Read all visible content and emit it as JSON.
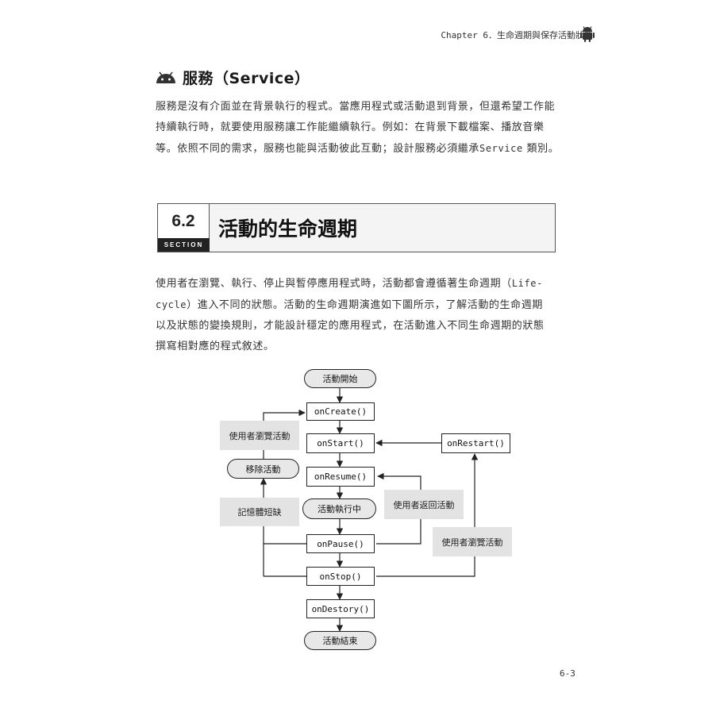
{
  "header": {
    "chapter": "Chapter 6．生命週期與保存活動狀態"
  },
  "service": {
    "title": "服務（Service）",
    "lines": [
      "服務是沒有介面並在背景執行的程式。當應用程式或活動退到背景，但還希望工作能",
      "持續執行時，就要使用服務讓工作能繼續執行。例如：在背景下載檔案、播放音樂",
      "等。依照不同的需求，服務也能與活動彼此互動；設計服務必須繼承"
    ],
    "class_name": "Service",
    "line3_tail": " 類別。"
  },
  "section": {
    "number": "6.2",
    "label": "SECTION",
    "title": "活動的生命週期"
  },
  "lifecycle_text": {
    "line1_a": "使用者在瀏覽、執行、停止與暫停應用程式時，活動都會遵循著生命週期（",
    "line1_mono": "Life-",
    "line2_mono": "cycle",
    "line2_b": "）進入不同的狀態。活動的生命週期演進如下圖所示，了解活動的生命週期",
    "line3": "以及狀態的變換規則，才能設計穩定的應用程式，在活動進入不同生命週期的狀態",
    "line4": "撰寫相對應的程式敘述。"
  },
  "diagram": {
    "start": "活動開始",
    "on_create": "onCreate()",
    "on_start": "onStart()",
    "on_restart": "onRestart()",
    "on_resume": "onResume()",
    "running": "活動執行中",
    "on_pause": "onPause()",
    "on_stop": "onStop()",
    "on_destroy": "onDestory()",
    "end": "活動結束",
    "user_browse_left": "使用者瀏覽活動",
    "remove": "移除活動",
    "low_memory": "記憶體短缺",
    "user_return": "使用者返回活動",
    "user_browse_right": "使用者瀏覽活動"
  },
  "page_number": "6-3"
}
